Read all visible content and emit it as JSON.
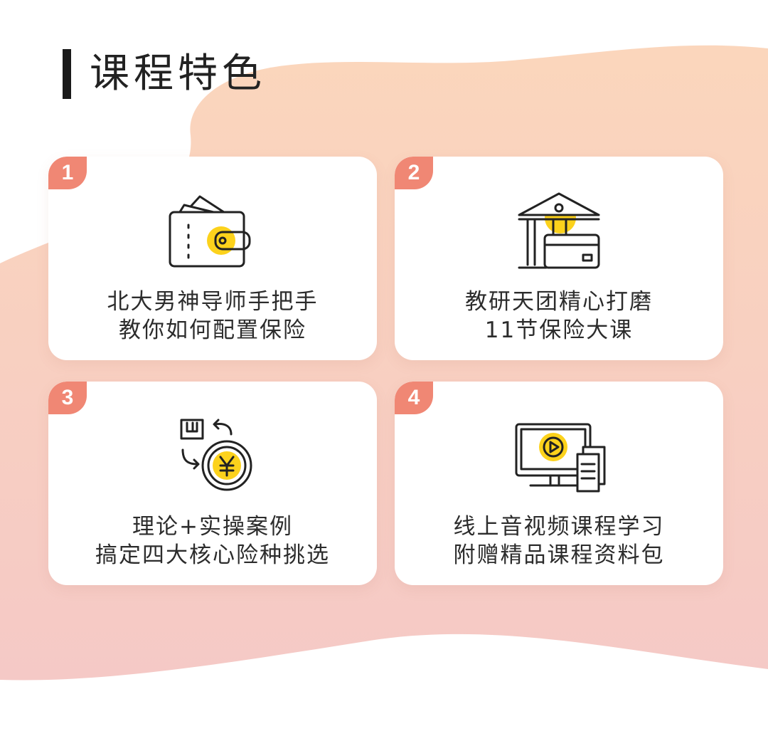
{
  "page": {
    "title": "课程特色",
    "colors": {
      "badge": "#f08774",
      "accent_yellow": "#fcd21c",
      "blob_top": "#fbd6bc",
      "blob_bottom": "#f5c9c6",
      "icon_stroke": "#222222"
    }
  },
  "features": [
    {
      "number": "1",
      "icon": "wallet-icon",
      "lines": [
        "北大男神导师手把手",
        "教你如何配置保险"
      ]
    },
    {
      "number": "2",
      "icon": "bank-card-icon",
      "lines": [
        "教研天团精心打磨",
        "11节保险大课"
      ]
    },
    {
      "number": "3",
      "icon": "yuan-exchange-icon",
      "lines": [
        "理论+实操案例",
        "搞定四大核心险种挑选"
      ]
    },
    {
      "number": "4",
      "icon": "video-course-icon",
      "lines": [
        "线上音视频课程学习",
        "附赠精品课程资料包"
      ]
    }
  ]
}
